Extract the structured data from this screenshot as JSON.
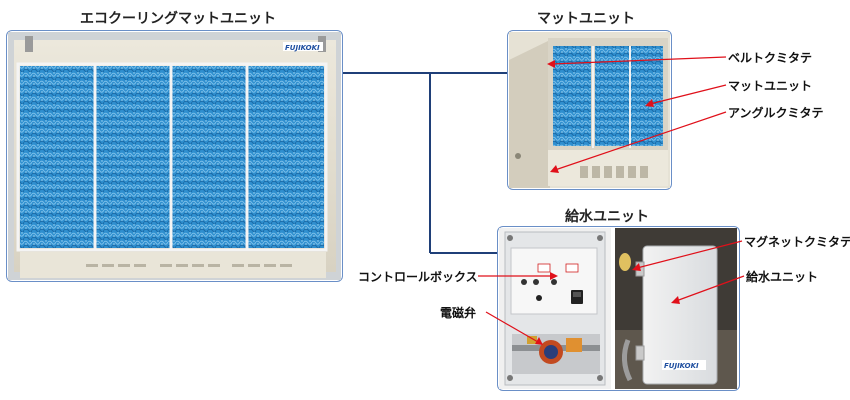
{
  "titles": {
    "main_unit": "エコクーリングマットユニット",
    "mat_unit": "マットユニット",
    "water_unit": "給水ユニット"
  },
  "labels": {
    "belt_clamp": "ベルトクミタテ",
    "mat_unit": "マットユニット",
    "angle_clamp": "アングルクミタテ",
    "magnet_clamp": "マグネットクミタテ",
    "water_unit": "給水ユニット",
    "control_box": "コントロールボックス",
    "solenoid_valve": "電磁弁"
  },
  "brand": "FUJIKOKI",
  "colors": {
    "connector_line": "#1f3f78",
    "leader_line": "#e0101a",
    "frame_border": "#6a8fc7",
    "mat_blue": "#2f8fcf"
  }
}
